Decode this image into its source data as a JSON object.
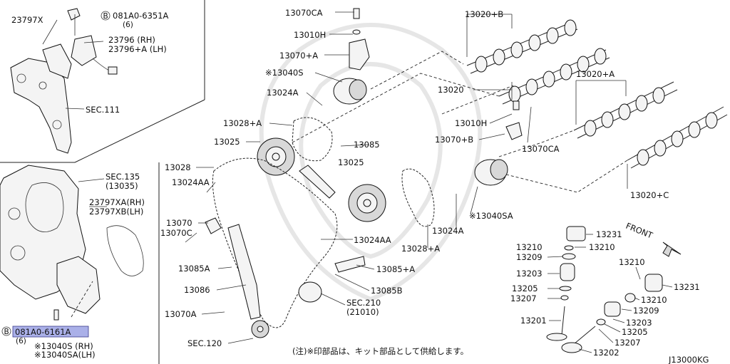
{
  "diagram": {
    "code": "J13000KG",
    "note": "(注)※印部品は、キット部品として供給します。",
    "front_label": "FRONT",
    "labels": {
      "p23797x": "23797X",
      "bolt081a0_6351a": "081A0-6351A",
      "qty6_top": "(6)",
      "p23796_rh": "23796   (RH)",
      "p23796a_lh": "23796+A (LH)",
      "sec111": "SEC.111",
      "sec135": "SEC.135",
      "p13035": "(13035)",
      "p23797xa_rh": "23797XA(RH)",
      "p23797xb_lh": "23797XB(LH)",
      "bolt081a0_6161a": "081A0-6161A",
      "qty6_bottom": "(6)",
      "p13040s_rh": "※13040S (RH)",
      "p13040sa_lh": "※13040SA(LH)",
      "p13070ca_top": "13070CA",
      "p13010h_top": "13010H",
      "p13070a_top": "13070+A",
      "p13040s": "※13040S",
      "p13024a_top": "13024A",
      "p13028a_top": "13028+A",
      "p13025_left": "13025",
      "p13085": "13085",
      "p13028": "13028",
      "p13025_mid": "13025",
      "p13024aa_left": "13024AA",
      "p13070": "13070",
      "p13070c": "13070C",
      "p13085a": "13085A",
      "p13086": "13086",
      "p13070a_bottom": "13070A",
      "sec120": "SEC.120",
      "p13024aa_mid": "13024AA",
      "p13085a_mid": "13085+A",
      "p13085b": "13085B",
      "sec210": "SEC.210",
      "p21010": "(21010)",
      "p13028a_mid": "13028+A",
      "p13024a_mid": "13024A",
      "p13040sa": "※13040SA",
      "p13020b": "13020+B",
      "p13020": "13020",
      "p13010h_mid": "13010H",
      "p13070b": "13070+B",
      "p13070ca_mid": "13070CA",
      "p13020a": "13020+A",
      "p13020c": "13020+C",
      "p13231_a": "13231",
      "p13210_a": "13210",
      "p13210_b": "13210",
      "p13209_a": "13209",
      "p13203_a": "13203",
      "p13205_a": "13205",
      "p13207_a": "13207",
      "p13201": "13201",
      "p13210_c": "13210",
      "p13231_b": "13231",
      "p13210_d": "13210",
      "p13209_b": "13209",
      "p13203_b": "13203",
      "p13205_b": "13205",
      "p13207_b": "13207",
      "p13202": "13202"
    }
  }
}
